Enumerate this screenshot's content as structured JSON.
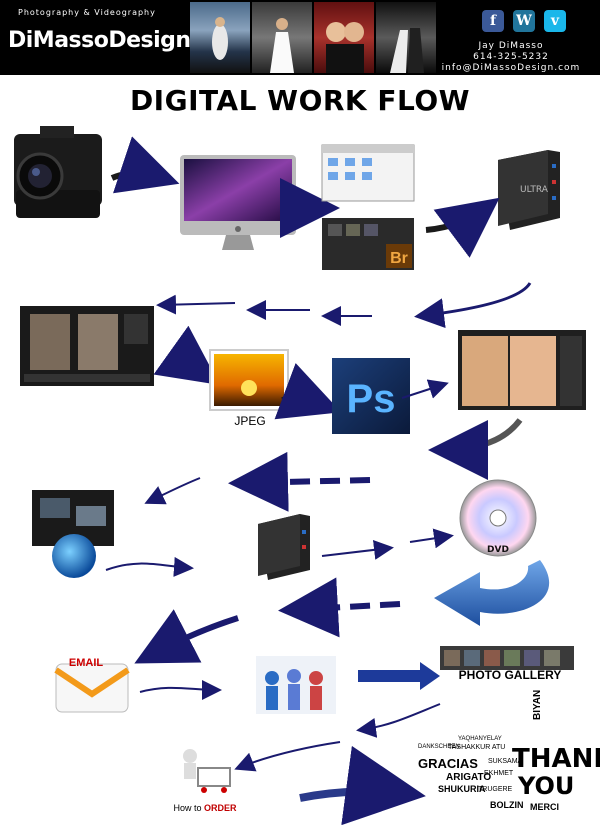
{
  "header": {
    "tagline": "Photography & Videography",
    "brand": "DiMassoDesign.com",
    "contact_name": "Jay DiMasso",
    "contact_phone": "614-325-5232",
    "contact_email": "info@DiMassoDesign.com",
    "social": [
      {
        "icon": "facebook-icon",
        "glyph": "f",
        "color": "#3b5998"
      },
      {
        "icon": "wordpress-icon",
        "glyph": "W",
        "color": "#21759b"
      },
      {
        "icon": "vimeo-icon",
        "glyph": "v",
        "color": "#1ab7ea"
      }
    ]
  },
  "title": "DIGITAL WORK FLOW",
  "steps": {
    "photoshop_text": "Ps",
    "bridge_text": "Br",
    "drive_text": "ULTRA",
    "jpeg_label": "JPEG",
    "dvd_label": "DVD",
    "email_label": "EMAIL",
    "gallery_label": "PHOTO GALLERY",
    "order_label_prefix": "How to ",
    "order_label_highlight": "ORDER",
    "thank_you_main": "THANK",
    "thank_you_sub": "YOU",
    "thank_words": [
      "GRACIAS",
      "ARIGATO",
      "SHUKURIA",
      "BOLZIN",
      "MERCI",
      "BIYAN",
      "TASHAKKUR ATU",
      "YAQHANYELAY",
      "DANKSCHEEN",
      "SUKSAMA",
      "EKHMET",
      "TRUGERE"
    ]
  },
  "colors": {
    "accent_arrow": "#1a1a6e",
    "blue_arrow": "#2a6cc4",
    "order": "#c00000"
  }
}
